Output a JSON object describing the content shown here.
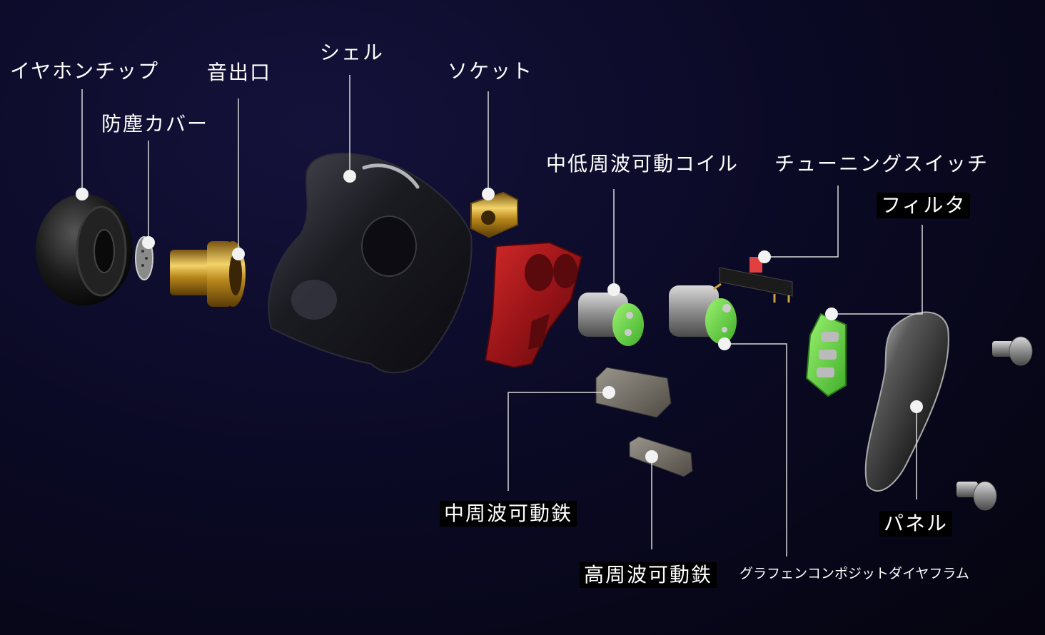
{
  "labels": {
    "eartip": "イヤホンチップ",
    "dust_cover": "防塵カバー",
    "sound_port": "音出口",
    "shell": "シェル",
    "socket": "ソケット",
    "mid_low_dynamic": "中低周波可動コイル",
    "tuning_switch": "チューニングスイッチ",
    "filter": "フィルタ",
    "mid_ba": "中周波可動鉄",
    "high_ba": "高周波可動鉄",
    "graphene_diaphragm": "グラフェンコンポジットダイヤフラム",
    "panel": "パネル"
  },
  "colors": {
    "background": "#0b0a26",
    "label_text": "#ffffff",
    "leader_line": "#d8d8d8",
    "red_cavity": "#b0161c",
    "gold_nozzle": "#d4a22a",
    "green_pcb": "#6fdc4a"
  }
}
